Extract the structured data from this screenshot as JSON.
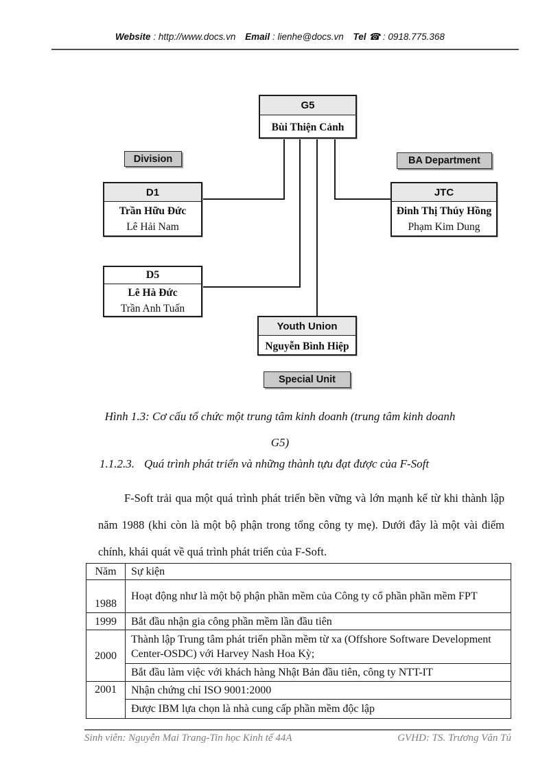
{
  "header": {
    "website_label": "Website",
    "website_value": ": http://www.docs.vn",
    "email_label": "Email",
    "email_value": ": lienhe@docs.vn",
    "tel_label": "Tel",
    "phone_icon": "☎",
    "tel_value": ": 0918.775.368"
  },
  "org": {
    "g5": {
      "title": "G5",
      "leader": "Bùi Thiện Cảnh"
    },
    "division_label": "Division",
    "ba_department_label": "BA Department",
    "d1": {
      "title": "D1",
      "leader": "Trần Hữu Đức",
      "member": "Lê Hải Nam"
    },
    "jtc": {
      "title": "JTC",
      "leader": "Đinh Thị Thúy Hồng",
      "member": "Phạm Kim Dung"
    },
    "d5": {
      "title": "D5",
      "leader": "Lê Hà Đức",
      "member": "Trần Anh Tuấn"
    },
    "youth_union": {
      "title": "Youth Union",
      "leader": "Nguyễn Bình Hiệp"
    },
    "special_unit_label": "Special Unit"
  },
  "caption": {
    "line1": "Hình 1.3: Cơ cấu tổ chức một trung tâm kinh doanh (trung tâm kinh doanh",
    "line2": "G5)"
  },
  "section": {
    "number": "1.1.2.3.",
    "title": "Quá trình phát triển và những thành tựu đạt được của F-Soft"
  },
  "paragraph": "F-Soft trải qua một quá trình phát triển bền vững và lớn mạnh kể từ khi thành lập năm 1988 (khi còn là một bộ phận trong tổng công ty mẹ). Dưới đây là một vài điểm chính, khái quát về quá trình phát triển của F-Soft.",
  "table": {
    "col_year": "Năm",
    "col_event": "Sự kiện",
    "rows": [
      {
        "year": "1988",
        "events": [
          "Hoạt động như là một bộ phận phần mềm của Công ty cổ phần phần mềm FPT"
        ]
      },
      {
        "year": "1999",
        "events": [
          "Bắt đầu nhận gia công phần mềm lần đầu tiên"
        ]
      },
      {
        "year": "2000",
        "events": [
          "Thành lập Trung tâm phát triển phần mềm từ xa (Offshore Software Development  Center-OSDC) với Harvey Nash Hoa Kỳ;",
          "Bắt đầu làm việc với khách hàng Nhật Bản đầu tiên,  công ty NTT-IT"
        ]
      },
      {
        "year": "2001",
        "events": [
          "Nhận chứng chỉ ISO 9001:2000",
          "Được IBM lựa chọn là nhà cung cấp phần mềm độc lập"
        ]
      }
    ]
  },
  "footer": {
    "left": "Sinh viên: Nguyễn Mai Trang-Tin học Kinh tế 44A",
    "right": "GVHD: TS. Trương Văn Tú"
  },
  "colors": {
    "box_header_fill": "#e8e8e8",
    "label_fill": "#c9c9c9",
    "border": "#1c1c1c",
    "footer_text": "#7d7d7d"
  }
}
